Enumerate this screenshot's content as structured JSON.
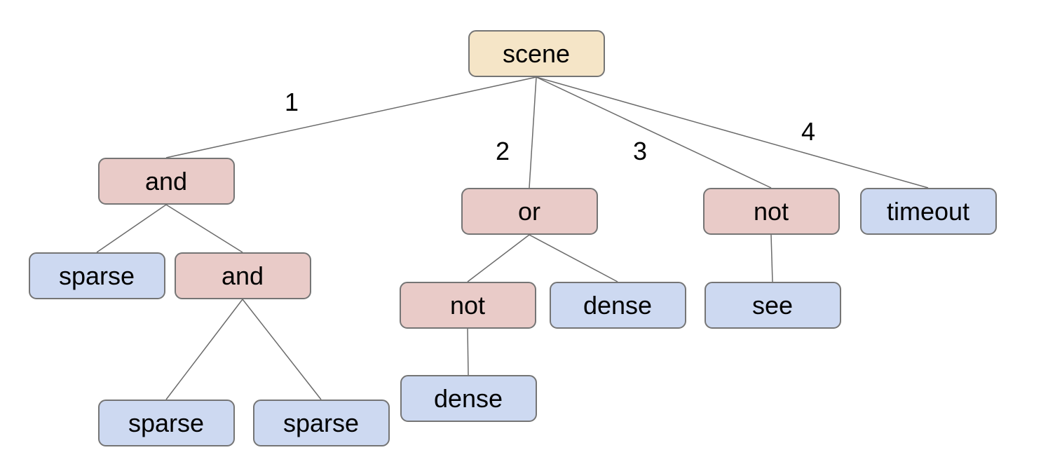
{
  "diagram": {
    "type": "tree",
    "colors": {
      "background": "#ffffff",
      "root_fill": "#f5e5c7",
      "operator_fill": "#e9cbc8",
      "leaf_fill": "#cdd9f1",
      "node_border": "#757575",
      "edge_line": "#6b6b6b",
      "text": "#000000"
    },
    "nodes": [
      {
        "id": "scene",
        "label": "scene",
        "kind": "root"
      },
      {
        "id": "and1",
        "label": "and",
        "kind": "operator"
      },
      {
        "id": "or1",
        "label": "or",
        "kind": "operator"
      },
      {
        "id": "not1",
        "label": "not",
        "kind": "operator"
      },
      {
        "id": "timeout1",
        "label": "timeout",
        "kind": "leaf"
      },
      {
        "id": "sparse1",
        "label": "sparse",
        "kind": "leaf"
      },
      {
        "id": "and2",
        "label": "and",
        "kind": "operator"
      },
      {
        "id": "not2",
        "label": "not",
        "kind": "operator"
      },
      {
        "id": "dense1",
        "label": "dense",
        "kind": "leaf"
      },
      {
        "id": "see1",
        "label": "see",
        "kind": "leaf"
      },
      {
        "id": "dense2",
        "label": "dense",
        "kind": "leaf"
      },
      {
        "id": "sparse2",
        "label": "sparse",
        "kind": "leaf"
      },
      {
        "id": "sparse3",
        "label": "sparse",
        "kind": "leaf"
      }
    ],
    "edges": [
      {
        "from": "scene",
        "to": "and1",
        "label": "1"
      },
      {
        "from": "scene",
        "to": "or1",
        "label": "2"
      },
      {
        "from": "scene",
        "to": "not1",
        "label": "3"
      },
      {
        "from": "scene",
        "to": "timeout1",
        "label": "4"
      },
      {
        "from": "and1",
        "to": "sparse1",
        "label": ""
      },
      {
        "from": "and1",
        "to": "and2",
        "label": ""
      },
      {
        "from": "and2",
        "to": "sparse2",
        "label": ""
      },
      {
        "from": "and2",
        "to": "sparse3",
        "label": ""
      },
      {
        "from": "or1",
        "to": "not2",
        "label": ""
      },
      {
        "from": "or1",
        "to": "dense1",
        "label": ""
      },
      {
        "from": "not2",
        "to": "dense2",
        "label": ""
      },
      {
        "from": "not1",
        "to": "see1",
        "label": ""
      }
    ]
  }
}
